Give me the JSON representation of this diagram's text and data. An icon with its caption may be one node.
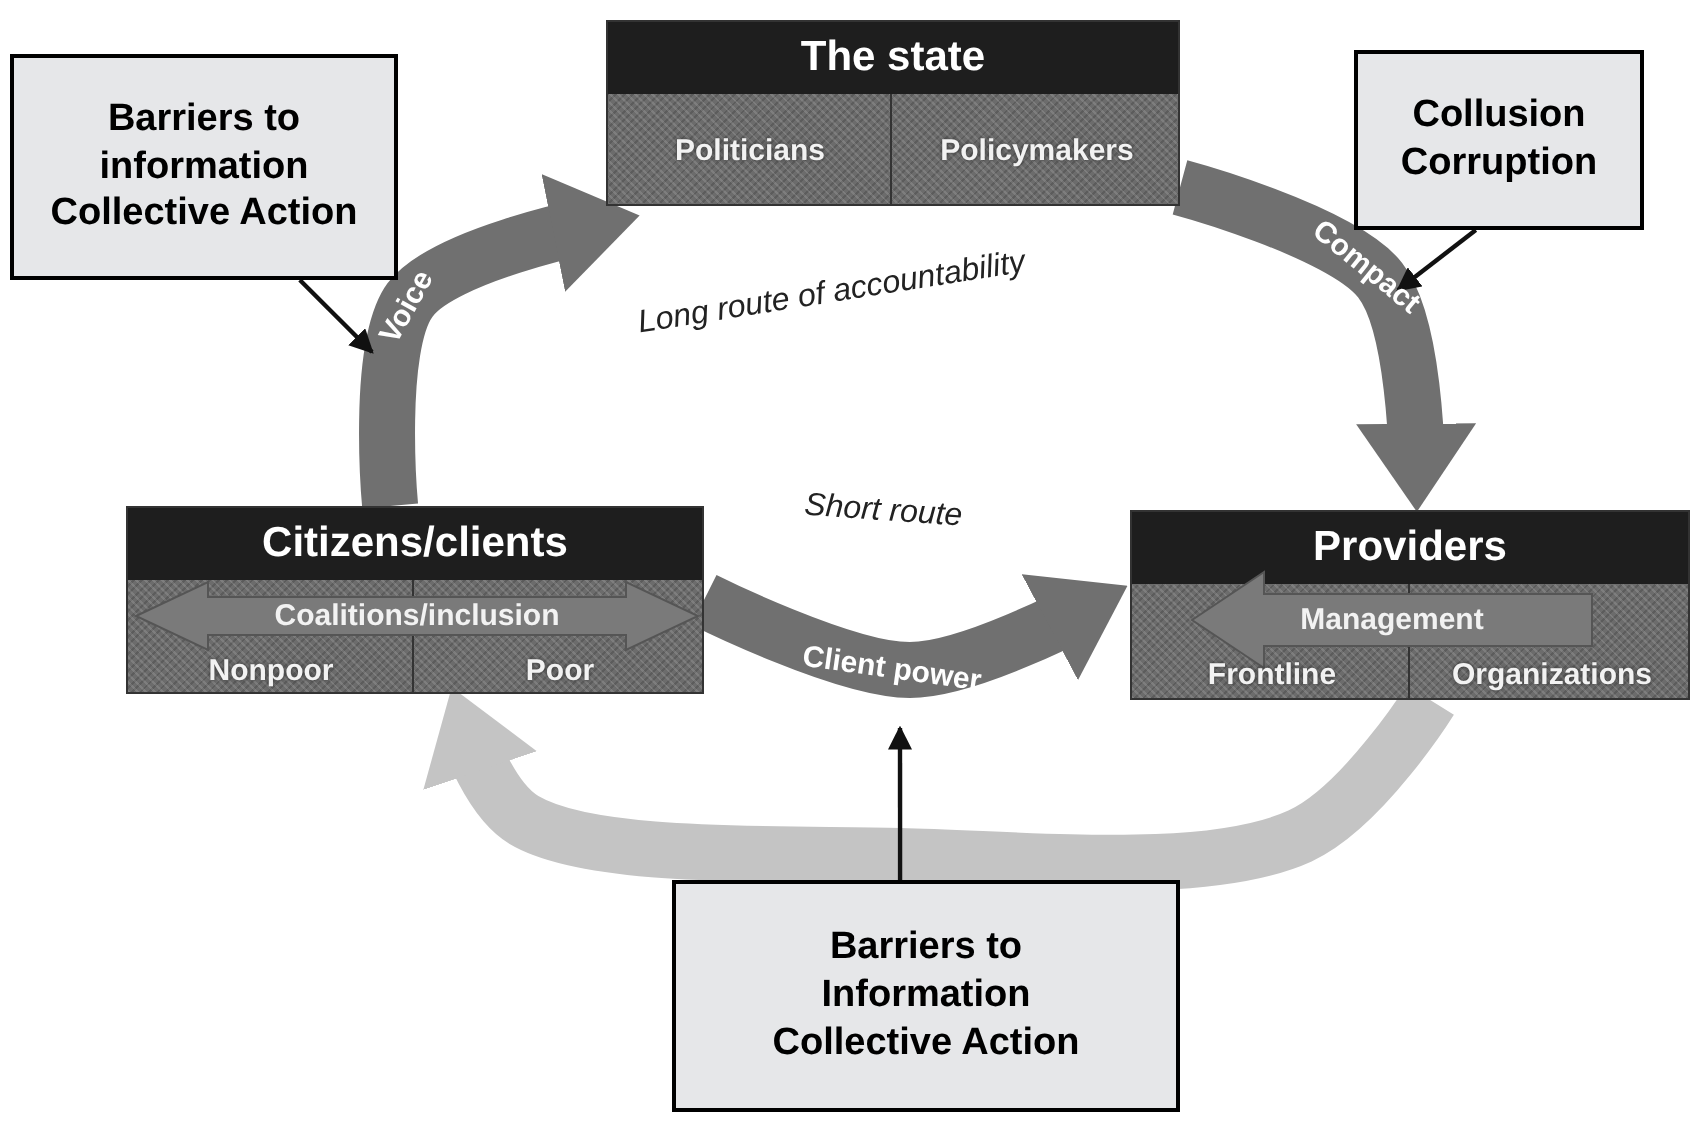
{
  "diagram": {
    "nodes": [
      {
        "text": [
          "The state"
        ]
      },
      {
        "text": [
          "Politicians"
        ],
        "in": 0
      },
      {
        "text": [
          "Policymakers"
        ],
        "in": 0
      },
      {
        "text": [
          "Citizens/clients"
        ]
      },
      {
        "text": [
          "Coalitions/inclusion"
        ],
        "in": 3
      },
      {
        "text": [
          "Nonpoor"
        ],
        "in": 3
      },
      {
        "text": [
          "Poor"
        ],
        "in": 3
      },
      {
        "text": [
          "Providers"
        ]
      },
      {
        "text": [
          "Management"
        ],
        "in": 7
      },
      {
        "text": [
          "Frontline"
        ],
        "in": 7
      },
      {
        "text": [
          "Organizations"
        ],
        "in": 7
      },
      {
        "text": [
          "Barriers to information Collective Action"
        ]
      },
      {
        "text": [
          "Collusion Corruption"
        ]
      },
      {
        "text": [
          "Barriers to Information Collective Action"
        ]
      }
    ],
    "edges": [
      {
        "from": 3,
        "to": 0,
        "arrow": "to",
        "label": "Voice"
      },
      {
        "from": 0,
        "to": 7,
        "arrow": "to",
        "label": "Compact"
      },
      {
        "from": 3,
        "to": 7,
        "arrow": "to",
        "label": "Client power"
      },
      {
        "from": 7,
        "to": 3,
        "arrow": "to",
        "color": "#c4c4c4"
      },
      {
        "from": 11,
        "to": null,
        "arrow": "to",
        "color": "#111111"
      },
      {
        "from": 12,
        "to": null,
        "arrow": "to",
        "color": "#111111"
      },
      {
        "from": 13,
        "to": null,
        "arrow": "to",
        "color": "#111111"
      }
    ],
    "labels": [
      "Long route of accountability",
      "Short route"
    ]
  }
}
